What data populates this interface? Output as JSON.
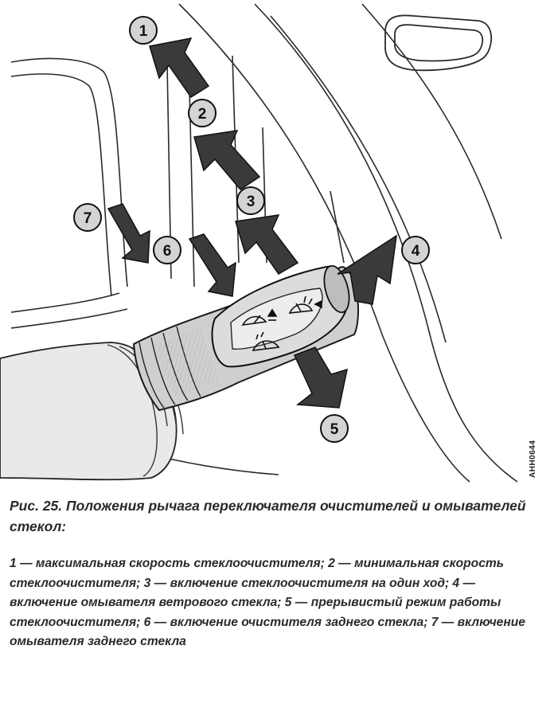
{
  "figure": {
    "markers": [
      {
        "id": "1",
        "text": "1"
      },
      {
        "id": "2",
        "text": "2"
      },
      {
        "id": "3",
        "text": "3"
      },
      {
        "id": "4",
        "text": "4"
      },
      {
        "id": "5",
        "text": "5"
      },
      {
        "id": "6",
        "text": "6"
      },
      {
        "id": "7",
        "text": "7"
      }
    ],
    "side_code": "AHH0644",
    "colors": {
      "ink": "#1a1a1a",
      "shade": "#3a3a3a",
      "badge_fill": "#d4d4d4",
      "paper": "#ffffff"
    }
  },
  "caption": {
    "text": "Рис. 25. Положения рычага переключателя очистителей и омывателей стекол:"
  },
  "legend": {
    "text": "1 — максимальная скорость стеклоочистителя; 2 — минимальная скорость стеклоочистителя; 3 — включение стеклоочистителя на один ход; 4 — включение омывателя ветрового стекла; 5 — прерывистый режим работы стеклоочистителя; 6 — включение очистителя заднего стекла; 7 — включение омывателя заднего стекла"
  }
}
